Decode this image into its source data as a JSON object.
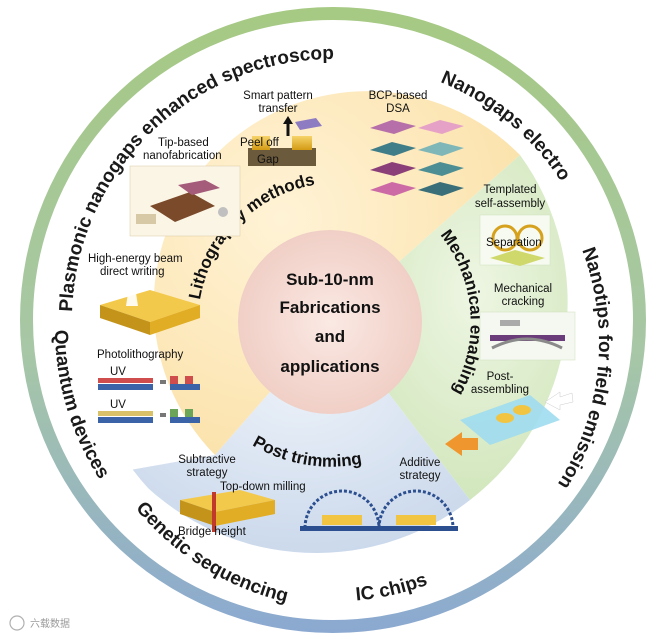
{
  "center": {
    "line1": "Sub-10-nm",
    "line2": "Fabrications",
    "line3": "and",
    "line4": "applications"
  },
  "outer_ring": {
    "plasmonic": "Plasmonic nanogaps enhanced spectroscopy",
    "electrodes": "Nanogaps electrodes",
    "field_emission": "Nanotips for field emission source",
    "ic_chips": "IC chips",
    "genetic": "Genetic sequencing",
    "quantum": "Quantum devices"
  },
  "sections": {
    "lithography": {
      "title": "Lithography methods",
      "items": {
        "smart_pattern_1": "Smart pattern",
        "smart_pattern_2": "transfer",
        "peel_off": "Peel off",
        "gap": "Gap",
        "bcp_1": "BCP-based",
        "bcp_2": "DSA",
        "tip_1": "Tip-based",
        "tip_2": "nanofabrication",
        "beam_1": "High-energy beam",
        "beam_2": "direct writing",
        "photo": "Photolithography",
        "uv1": "UV",
        "uv2": "UV"
      }
    },
    "mechanical": {
      "title": "Mechanical enabling",
      "items": {
        "templated_1": "Templated",
        "templated_2": "self-assembly",
        "separation": "Separation",
        "cracking_1": "Mechanical",
        "cracking_2": "cracking",
        "post_1": "Post-",
        "post_2": "assembling"
      }
    },
    "post": {
      "title": "Post trimming",
      "items": {
        "subtractive_1": "Subtractive",
        "subtractive_2": "strategy",
        "topdown": "Top-down milling",
        "bridge": "Bridge height",
        "additive_1": "Additive",
        "additive_2": "strategy"
      }
    }
  },
  "watermark": "六载数据",
  "colors": {
    "ring_top": "#9fc47e",
    "ring_bottom": "#8aa8cf",
    "litho": "#fbe6b5",
    "mech": "#d6e9c2",
    "post": "#cfdcec",
    "center": "#f5d9d2",
    "gold": "#e7b52e"
  }
}
